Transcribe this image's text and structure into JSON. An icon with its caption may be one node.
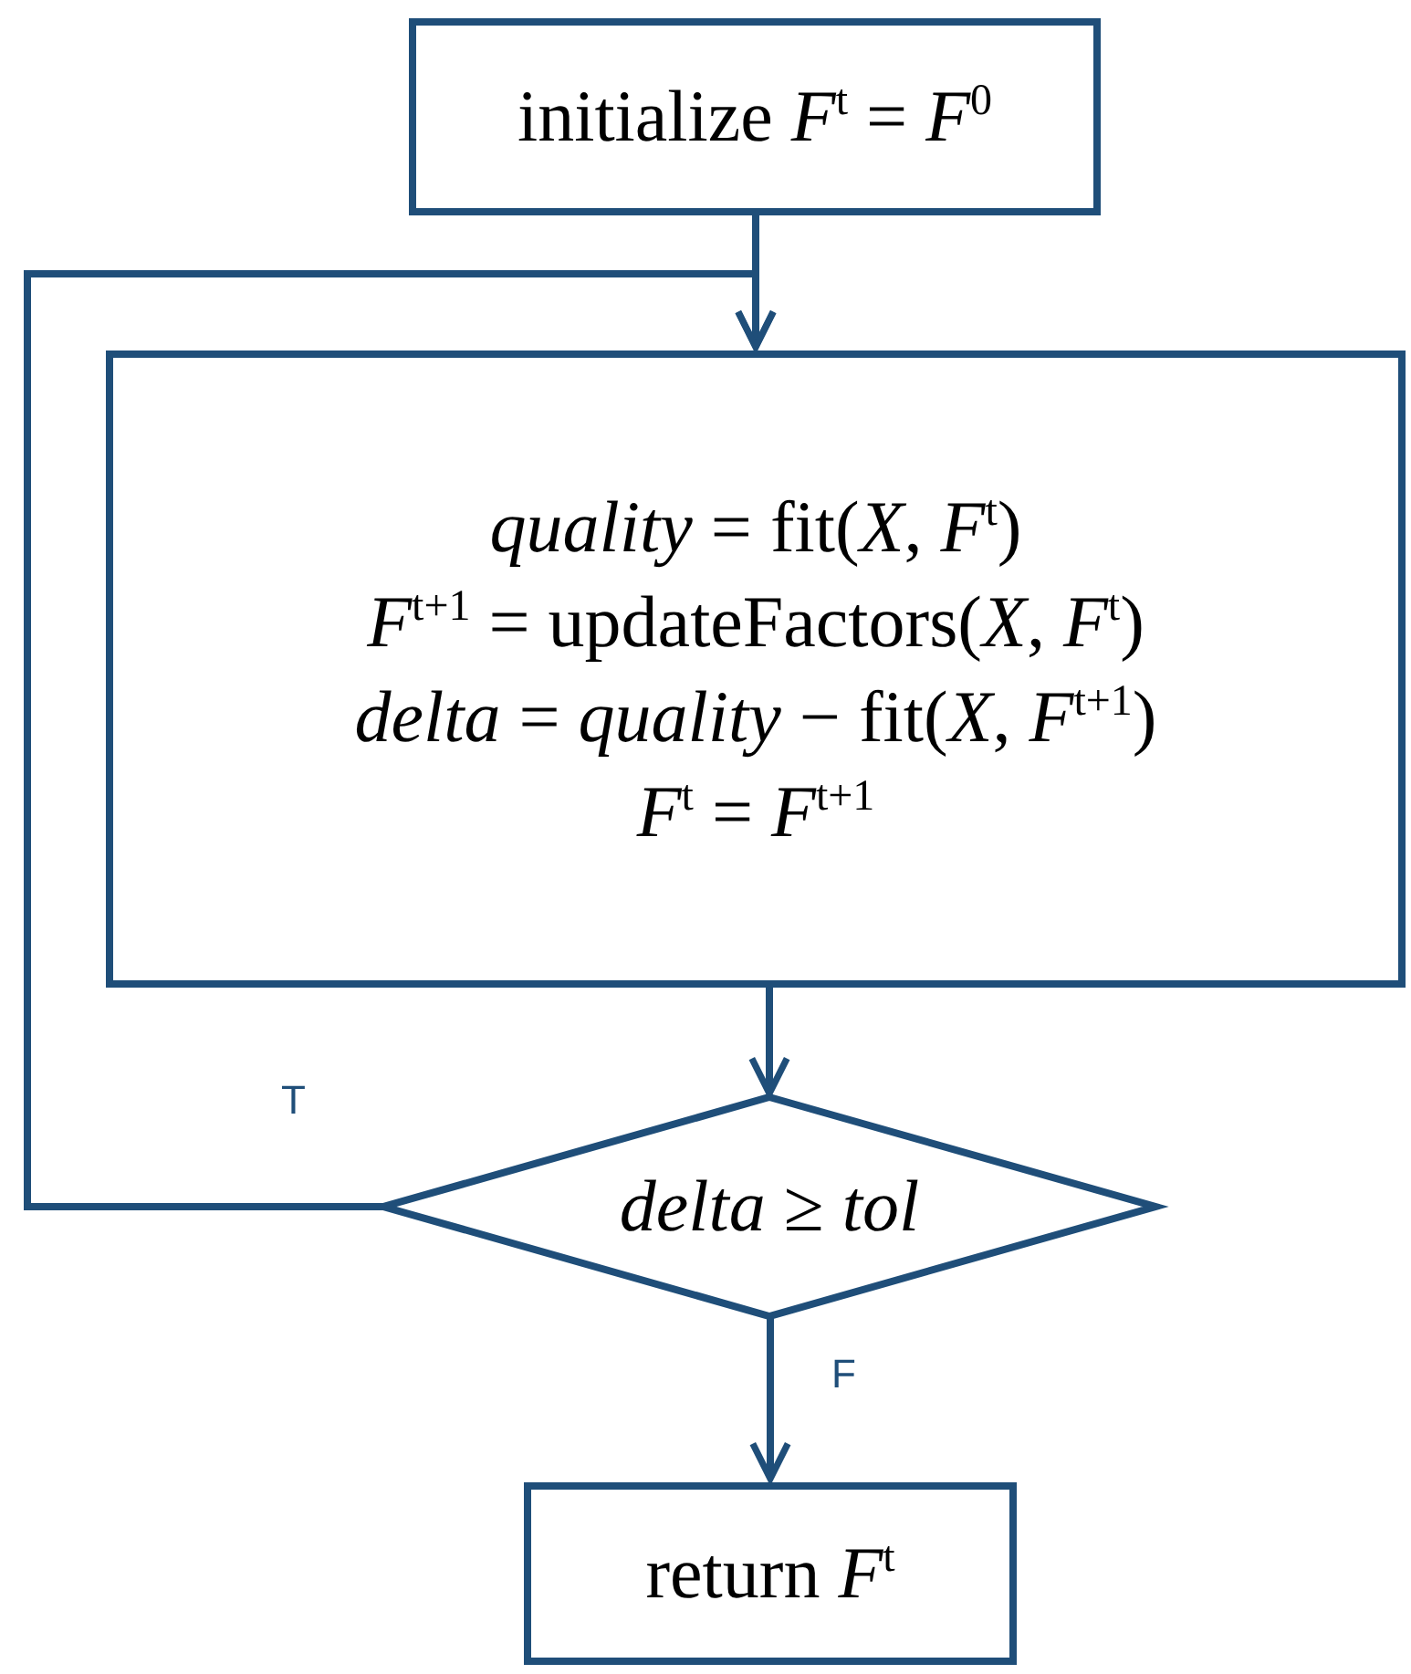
{
  "diagram": {
    "nodes": [
      {
        "text": [
          "initialize *F*$^{t}$ = *F*$^{0}$"
        ]
      },
      {
        "text": [
          "*quality* = fit(*X*, *F*$^{t}$)",
          "*F*$^{t+1}$ = updateFactors(*X*, *F*$^{t}$)",
          "*delta* = *quality* − fit(*X*, *F*$^{t+1}$)",
          "*F*$^{t}$ = *F*$^{t+1}$"
        ]
      },
      {
        "text": [
          "*delta* ≥ *tol*"
        ]
      },
      {
        "text": [
          "return *F*$^{t}$"
        ]
      }
    ],
    "edges": [
      {
        "from": 0,
        "to": 1,
        "arrow": "to"
      },
      {
        "from": 1,
        "to": 2,
        "arrow": "to"
      },
      {
        "from": 2,
        "to": 1,
        "arrow": "to",
        "label": "T"
      },
      {
        "from": 2,
        "to": 3,
        "arrow": "to",
        "label": "F"
      }
    ]
  }
}
